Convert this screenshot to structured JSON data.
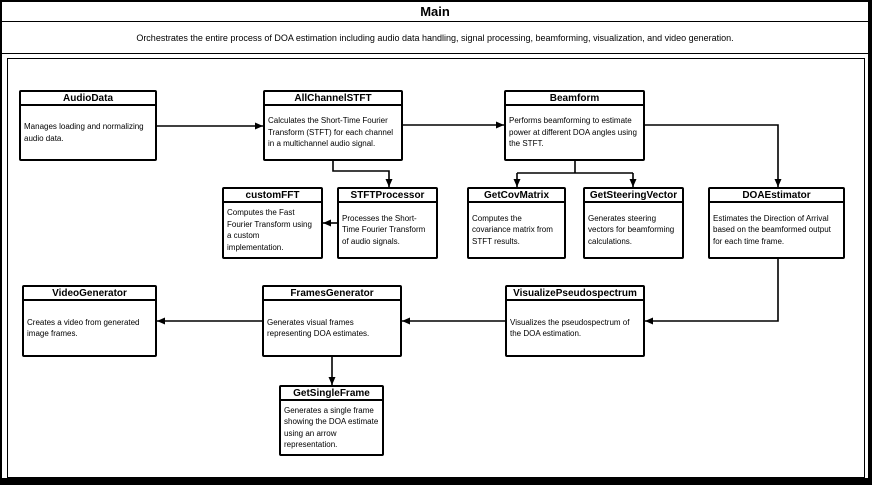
{
  "header": {
    "title": "Main",
    "subtitle": "Orchestrates the entire process of DOA estimation including audio data handling, signal processing, beamforming, visualization, and video generation."
  },
  "colors": {
    "background": "#ffffff",
    "frame": "#000000",
    "line": "#000000",
    "box_border": "#000000",
    "text": "#000000"
  },
  "nodes": [
    {
      "id": "AudioData",
      "title": "AudioData",
      "description": "Manages loading and normalizing audio data."
    },
    {
      "id": "AllChannelSTFT",
      "title": "AllChannelSTFT",
      "description": "Calculates the Short-Time Fourier Transform (STFT) for each channel in a multichannel audio signal."
    },
    {
      "id": "Beamform",
      "title": "Beamform",
      "description": "Performs beamforming to estimate power at different DOA angles using the STFT."
    },
    {
      "id": "customFFT",
      "title": "customFFT",
      "description": "Computes the Fast Fourier Transform using a custom implementation."
    },
    {
      "id": "STFTProcessor",
      "title": "STFTProcessor",
      "description": "Processes the Short-Time Fourier Transform of audio signals."
    },
    {
      "id": "GetCovMatrix",
      "title": "GetCovMatrix",
      "description": "Computes the covariance matrix from STFT results."
    },
    {
      "id": "GetSteeringVector",
      "title": "GetSteeringVector",
      "description": "Generates steering vectors for beamforming calculations."
    },
    {
      "id": "DOAEstimator",
      "title": "DOAEstimator",
      "description": "Estimates the Direction of Arrival based on the beamformed output for each time frame."
    },
    {
      "id": "VideoGenerator",
      "title": "VideoGenerator",
      "description": "Creates a video from generated image frames."
    },
    {
      "id": "FramesGenerator",
      "title": "FramesGenerator",
      "description": "Generates visual frames representing DOA estimates."
    },
    {
      "id": "VisualizePseudospectrum",
      "title": "VisualizePseudospectrum",
      "description": "Visualizes the pseudospectrum of the DOA estimation."
    },
    {
      "id": "GetSingleFrame",
      "title": "GetSingleFrame",
      "description": "Generates a single frame showing the DOA estimate using an arrow representation."
    }
  ],
  "edges": [
    {
      "from": "AudioData",
      "to": "AllChannelSTFT"
    },
    {
      "from": "AllChannelSTFT",
      "to": "Beamform"
    },
    {
      "from": "AllChannelSTFT",
      "to": "STFTProcessor"
    },
    {
      "from": "STFTProcessor",
      "to": "customFFT"
    },
    {
      "from": "Beamform",
      "to": "GetCovMatrix"
    },
    {
      "from": "Beamform",
      "to": "GetSteeringVector"
    },
    {
      "from": "Beamform",
      "to": "DOAEstimator"
    },
    {
      "from": "DOAEstimator",
      "to": "VisualizePseudospectrum"
    },
    {
      "from": "VisualizePseudospectrum",
      "to": "FramesGenerator"
    },
    {
      "from": "FramesGenerator",
      "to": "VideoGenerator"
    },
    {
      "from": "FramesGenerator",
      "to": "GetSingleFrame"
    }
  ]
}
